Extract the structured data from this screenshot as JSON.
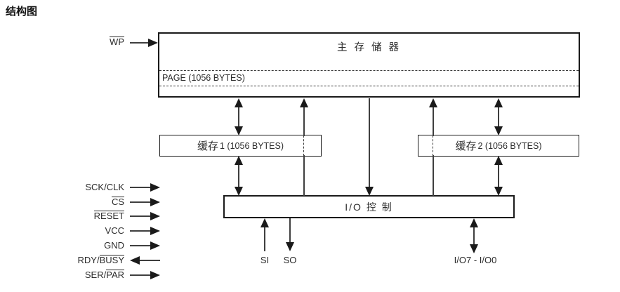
{
  "title": "结构图",
  "colors": {
    "line": "#3f3f3f",
    "border": "#1a1a1a",
    "text": "#2b2b2b",
    "background": "#ffffff"
  },
  "diagram": {
    "main_memory": {
      "label": "主 存 储 器",
      "page_label": "PAGE (1056 BYTES)"
    },
    "buffer1": {
      "name_cn": "缓存",
      "name_rest": "1 (1056 BYTES)"
    },
    "buffer2": {
      "name_cn": "缓存",
      "name_rest": "2 (1056 BYTES)"
    },
    "io_control": {
      "label": "I/O 控 制"
    }
  },
  "signals": {
    "wp": {
      "plain": "",
      "over": "WP",
      "dir": "in"
    },
    "left": [
      {
        "plain": "SCK/CLK",
        "over": "",
        "dir": "in"
      },
      {
        "plain": "",
        "over": "CS",
        "dir": "in"
      },
      {
        "plain": "",
        "over": "RESET",
        "dir": "in"
      },
      {
        "plain": "VCC",
        "over": "",
        "dir": "in"
      },
      {
        "plain": "GND",
        "over": "",
        "dir": "in"
      },
      {
        "plain": "RDY/",
        "over": "BUSY",
        "dir": "out"
      },
      {
        "plain": "SER/",
        "over": "PAR",
        "dir": "in"
      }
    ],
    "bottom": [
      {
        "label": "SI"
      },
      {
        "label": "SO"
      },
      {
        "label": "I/O7 - I/O0"
      }
    ]
  }
}
